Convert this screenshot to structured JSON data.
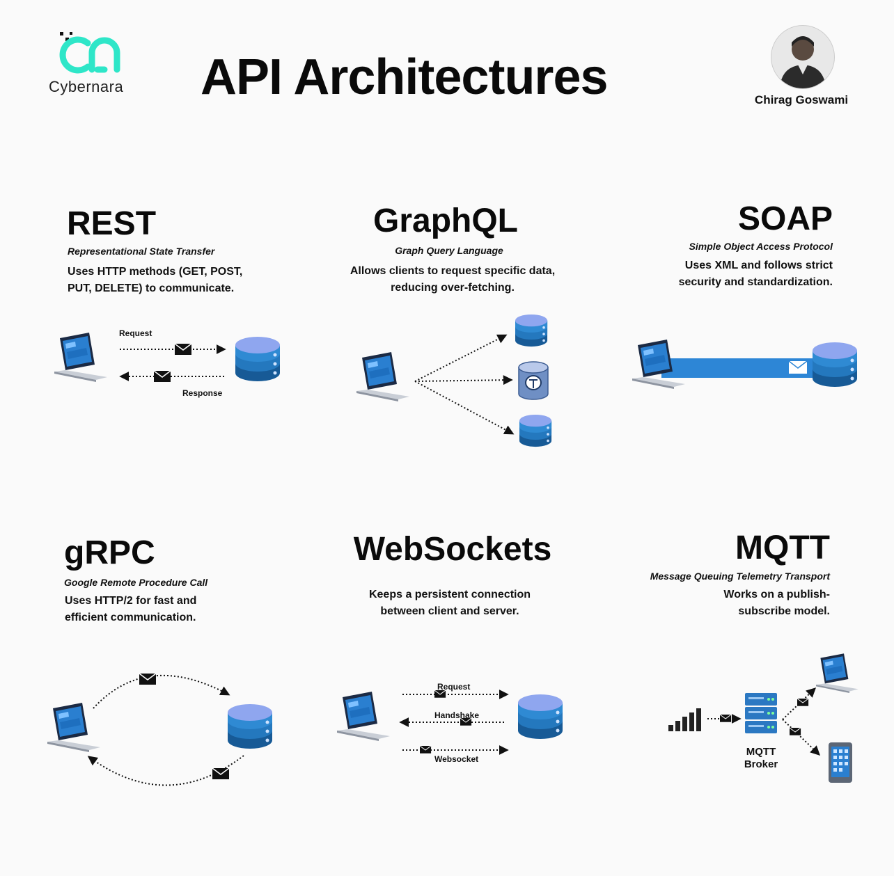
{
  "header": {
    "logo_text": "Cybernara",
    "title": "API Architectures",
    "author": "Chirag Goswami"
  },
  "sections": {
    "rest": {
      "title": "REST",
      "subtitle": "Representational State Transfer",
      "description": "Uses HTTP methods (GET, POST, PUT, DELETE) to communicate.",
      "labels": {
        "request": "Request",
        "response": "Response"
      }
    },
    "graphql": {
      "title": "GraphQL",
      "subtitle": "Graph Query Language",
      "description": "Allows clients to request specific data, reducing over-fetching."
    },
    "soap": {
      "title": "SOAP",
      "subtitle": "Simple Object Access Protocol",
      "description": "Uses XML and follows strict security and standardization."
    },
    "grpc": {
      "title": "gRPC",
      "subtitle": "Google Remote Procedure Call",
      "description": "Uses HTTP/2 for fast and efficient communication."
    },
    "websockets": {
      "title": "WebSockets",
      "description": "Keeps a persistent connection between client and server.",
      "labels": {
        "request": "Request",
        "handshake": "Handshake",
        "websocket": "Websocket"
      }
    },
    "mqtt": {
      "title": "MQTT",
      "subtitle": "Message Queuing Telemetry Transport",
      "description": "Works on a publish-subscribe model.",
      "broker_label": "MQTT Broker"
    }
  },
  "colors": {
    "brand": "#2ee6c8",
    "db_top": "#8fa6ef",
    "db_mid": "#2b7bc4",
    "db_dark": "#175a96",
    "pipe": "#2d86d6",
    "laptop_screen": "#2a7fd0",
    "text": "#111111"
  }
}
